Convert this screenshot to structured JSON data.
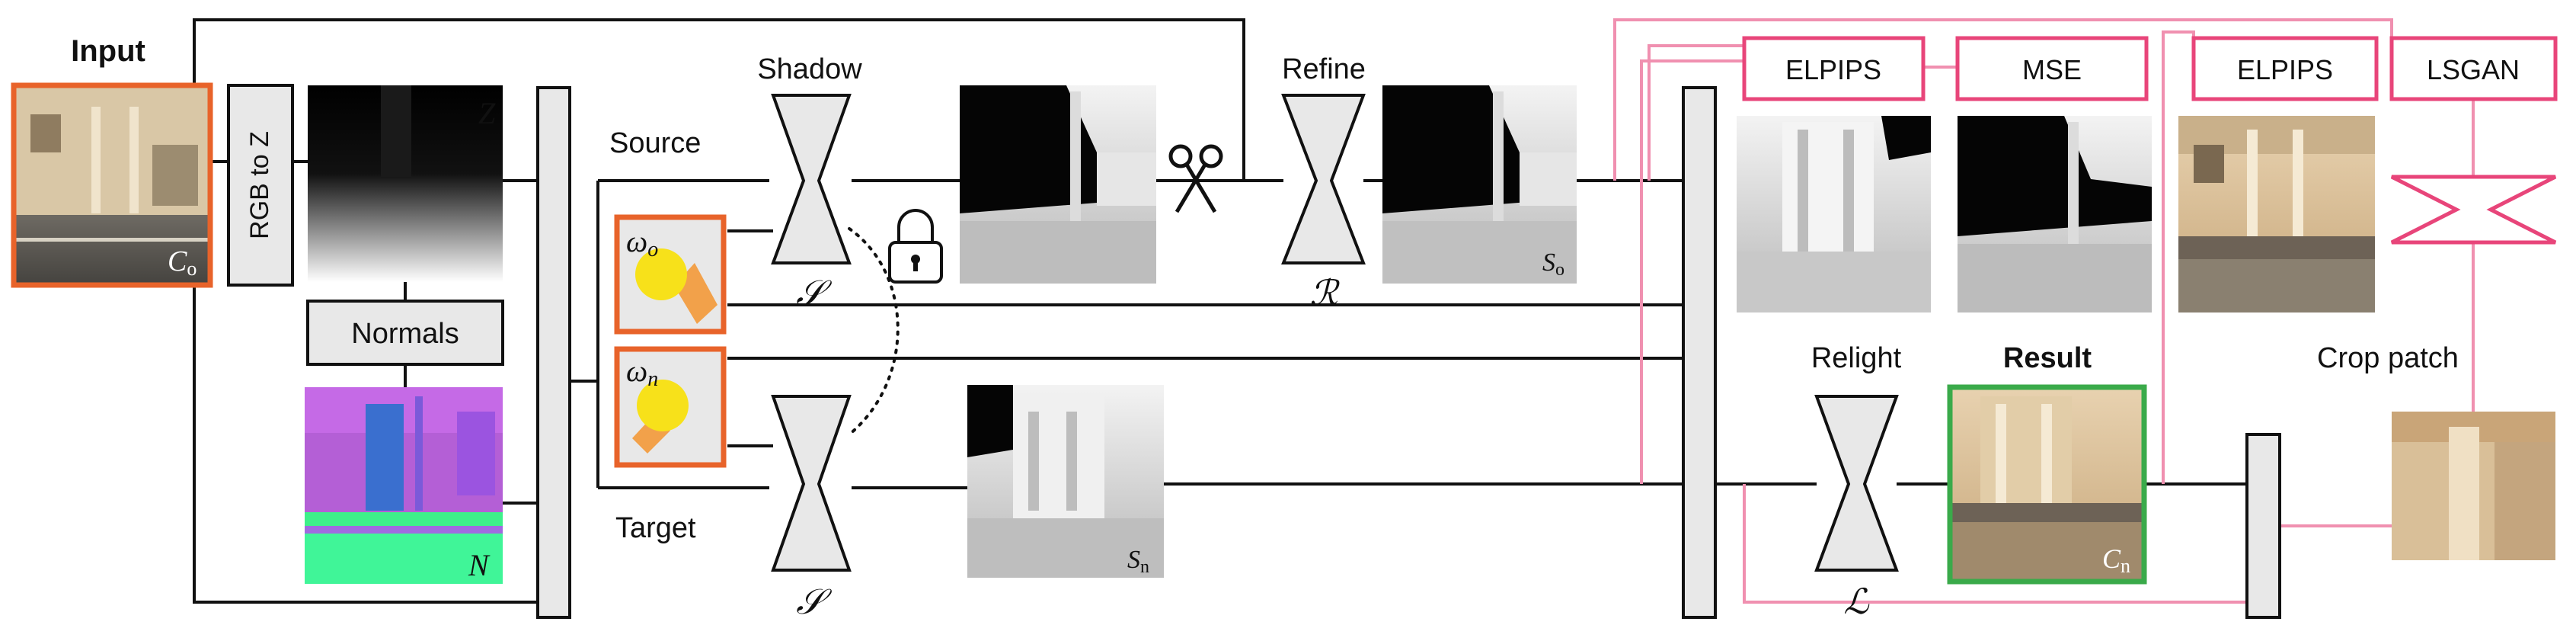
{
  "labels": {
    "input": "Input",
    "rgb_to_z": "RGB to Z",
    "normals": "Normals",
    "source": "Source",
    "target": "Target",
    "shadow": "Shadow",
    "refine": "Refine",
    "relight": "Relight",
    "result": "Result",
    "crop_patch": "Crop patch"
  },
  "losses": [
    "ELPIPS",
    "MSE",
    "ELPIPS",
    "LSGAN"
  ],
  "symbols": {
    "c_o": "C",
    "c_o_sub": "o",
    "c_n": "C",
    "c_n_sub": "n",
    "z": "Z",
    "n": "N",
    "s_o": "S",
    "s_o_sub": "o",
    "s_n": "S",
    "s_n_sub": "n",
    "omega_o": "ω",
    "omega_o_sub": "o",
    "omega_n": "ω",
    "omega_n_sub": "n",
    "shadow_net_1": "𝒮",
    "shadow_net_2": "𝒮",
    "refine_net": "ℛ",
    "relight_net": "ℒ"
  },
  "colors": {
    "line": "#111111",
    "loss": "#e8457a",
    "loss_line": "#f090b0",
    "input_border": "#e8632a",
    "result_border": "#3aaa4a",
    "light_border": "#e8632a",
    "block_fill": "#e8e8e8"
  }
}
